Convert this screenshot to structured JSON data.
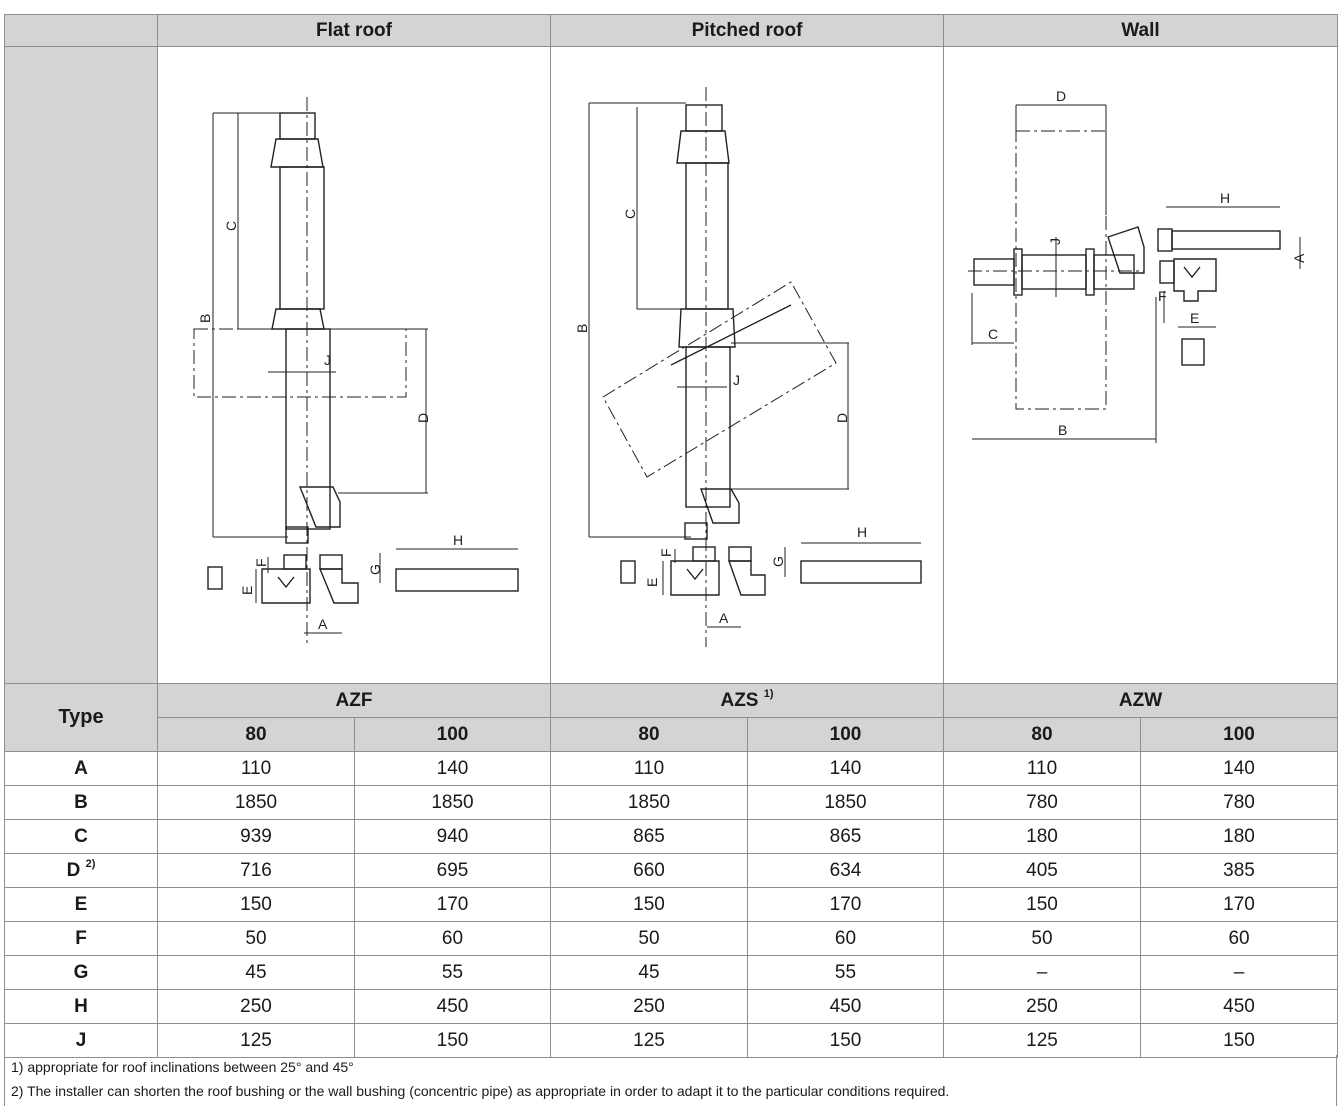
{
  "headers": {
    "flat_roof": "Flat roof",
    "pitched_roof": "Pitched roof",
    "wall": "Wall",
    "type": "Type"
  },
  "models": [
    {
      "name": "AZF",
      "note": ""
    },
    {
      "name": "AZS",
      "note": "1)"
    },
    {
      "name": "AZW",
      "note": ""
    }
  ],
  "sizes": [
    "80",
    "100",
    "80",
    "100",
    "80",
    "100"
  ],
  "rows": [
    {
      "label": "A",
      "note": "",
      "values": [
        "110",
        "140",
        "110",
        "140",
        "110",
        "140"
      ]
    },
    {
      "label": "B",
      "note": "",
      "values": [
        "1850",
        "1850",
        "1850",
        "1850",
        "780",
        "780"
      ]
    },
    {
      "label": "C",
      "note": "",
      "values": [
        "939",
        "940",
        "865",
        "865",
        "180",
        "180"
      ]
    },
    {
      "label": "D",
      "note": "2)",
      "values": [
        "716",
        "695",
        "660",
        "634",
        "405",
        "385"
      ]
    },
    {
      "label": "E",
      "note": "",
      "values": [
        "150",
        "170",
        "150",
        "170",
        "150",
        "170"
      ]
    },
    {
      "label": "F",
      "note": "",
      "values": [
        "50",
        "60",
        "50",
        "60",
        "50",
        "60"
      ]
    },
    {
      "label": "G",
      "note": "",
      "values": [
        "45",
        "55",
        "45",
        "55",
        "–",
        "–"
      ]
    },
    {
      "label": "H",
      "note": "",
      "values": [
        "250",
        "450",
        "250",
        "450",
        "250",
        "450"
      ]
    },
    {
      "label": "J",
      "note": "",
      "values": [
        "125",
        "150",
        "125",
        "150",
        "125",
        "150"
      ]
    }
  ],
  "dimension_labels": {
    "a": "A",
    "b": "B",
    "c": "C",
    "d": "D",
    "e": "E",
    "f": "F",
    "g": "G",
    "h": "H",
    "j": "J"
  },
  "footnotes": [
    "1) appropriate for roof inclinations between 25° and 45°",
    "2) The installer can shorten the roof bushing or the wall bushing (concentric pipe) as appropriate in order to adapt it to the particular conditions required."
  ]
}
